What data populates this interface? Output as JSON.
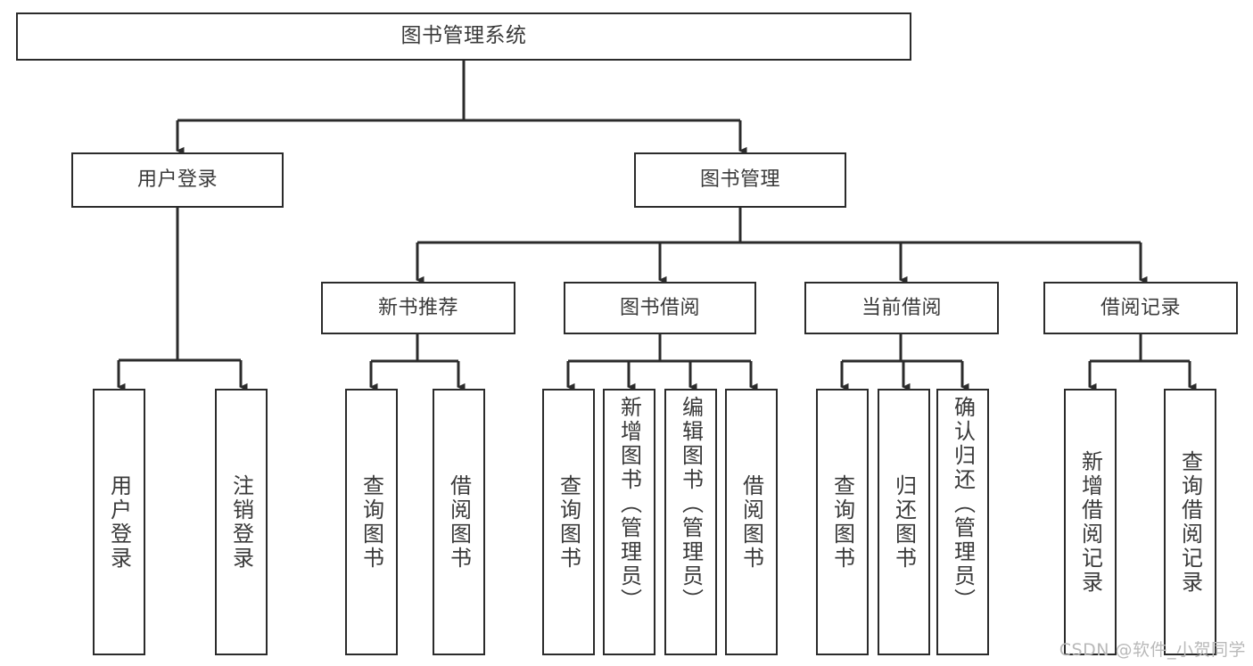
{
  "diagram": {
    "kind": "tree-hierarchy",
    "title_node": {
      "label": "图书管理系统"
    },
    "level1": [
      {
        "id": "user-login",
        "label": "用户登录"
      },
      {
        "id": "book-management",
        "label": "图书管理"
      }
    ],
    "level2": [
      {
        "id": "new-book-recommend",
        "label": "新书推荐",
        "parent": "book-management"
      },
      {
        "id": "book-borrow",
        "label": "图书借阅",
        "parent": "book-management"
      },
      {
        "id": "current-borrow",
        "label": "当前借阅",
        "parent": "book-management"
      },
      {
        "id": "borrow-record",
        "label": "借阅记录",
        "parent": "book-management"
      }
    ],
    "leaves": [
      {
        "id": "leaf-user-login",
        "label": "用户登录",
        "parent": "user-login"
      },
      {
        "id": "leaf-logout-login",
        "label": "注销登录",
        "parent": "user-login"
      },
      {
        "id": "leaf-query-book-1",
        "label": "查询图书",
        "parent": "new-book-recommend"
      },
      {
        "id": "leaf-borrow-book-1",
        "label": "借阅图书",
        "parent": "new-book-recommend"
      },
      {
        "id": "leaf-query-book-2",
        "label": "查询图书",
        "parent": "book-borrow"
      },
      {
        "id": "leaf-add-book",
        "label": "新增图书（管理员）",
        "parent": "book-borrow"
      },
      {
        "id": "leaf-edit-book",
        "label": "编辑图书（管理员）",
        "parent": "book-borrow"
      },
      {
        "id": "leaf-borrow-book-2",
        "label": "借阅图书",
        "parent": "book-borrow"
      },
      {
        "id": "leaf-query-book-3",
        "label": "查询图书",
        "parent": "current-borrow"
      },
      {
        "id": "leaf-return-book",
        "label": "归还图书",
        "parent": "current-borrow"
      },
      {
        "id": "leaf-confirm-return",
        "label": "确认归还（管理员）",
        "parent": "current-borrow"
      },
      {
        "id": "leaf-add-record",
        "label": "新增借阅记录",
        "parent": "borrow-record"
      },
      {
        "id": "leaf-query-record",
        "label": "查询借阅记录",
        "parent": "borrow-record"
      }
    ],
    "watermark": "CSDN @软件_小贺同学",
    "colors": {
      "stroke": "#2b2b2b",
      "text": "#3a3a3a",
      "background": "#ffffff",
      "watermark": "#b9b9b9"
    }
  }
}
